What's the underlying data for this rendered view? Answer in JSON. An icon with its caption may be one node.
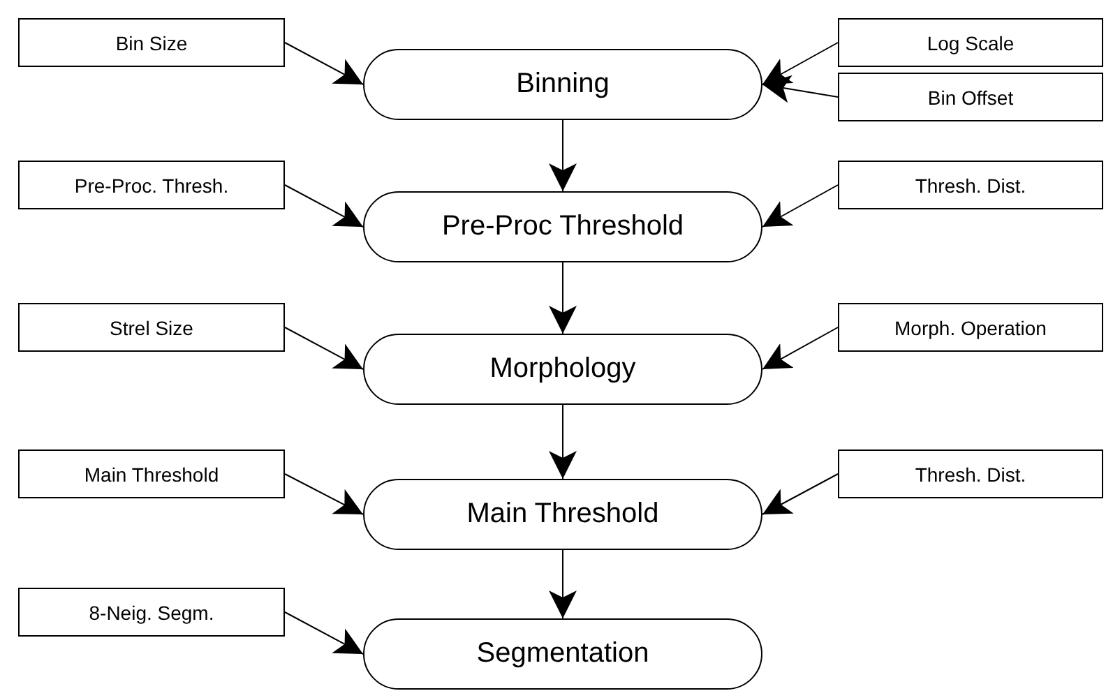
{
  "diagram": {
    "nodes": [
      {
        "text": [
          "Bin Size"
        ]
      },
      {
        "text": [
          "Binning"
        ]
      },
      {
        "text": [
          "Log Scale"
        ]
      },
      {
        "text": [
          "Bin Offset"
        ]
      },
      {
        "text": [
          "Pre-Proc. Thresh."
        ]
      },
      {
        "text": [
          "Pre-Proc Threshold"
        ]
      },
      {
        "text": [
          "Thresh. Dist."
        ]
      },
      {
        "text": [
          "Strel Size"
        ]
      },
      {
        "text": [
          "Morphology"
        ]
      },
      {
        "text": [
          "Morph. Operation"
        ]
      },
      {
        "text": [
          "Main Threshold"
        ]
      },
      {
        "text": [
          "Main Threshold"
        ]
      },
      {
        "text": [
          "Thresh. Dist."
        ]
      },
      {
        "text": [
          "8-Neig. Segm."
        ]
      },
      {
        "text": [
          "Segmentation"
        ]
      }
    ],
    "edges": [
      {
        "from": 0,
        "to": 1,
        "arrow": "to"
      },
      {
        "from": 2,
        "to": 1,
        "arrow": "to"
      },
      {
        "from": 3,
        "to": 1,
        "arrow": "to"
      },
      {
        "from": 1,
        "to": 5,
        "arrow": "to"
      },
      {
        "from": 4,
        "to": 5,
        "arrow": "to"
      },
      {
        "from": 6,
        "to": 5,
        "arrow": "to"
      },
      {
        "from": 5,
        "to": 8,
        "arrow": "to"
      },
      {
        "from": 7,
        "to": 8,
        "arrow": "to"
      },
      {
        "from": 9,
        "to": 8,
        "arrow": "to"
      },
      {
        "from": 8,
        "to": 11,
        "arrow": "to"
      },
      {
        "from": 10,
        "to": 11,
        "arrow": "to"
      },
      {
        "from": 12,
        "to": 11,
        "arrow": "to"
      },
      {
        "from": 11,
        "to": 14,
        "arrow": "to"
      },
      {
        "from": 13,
        "to": 14,
        "arrow": "to"
      }
    ]
  }
}
